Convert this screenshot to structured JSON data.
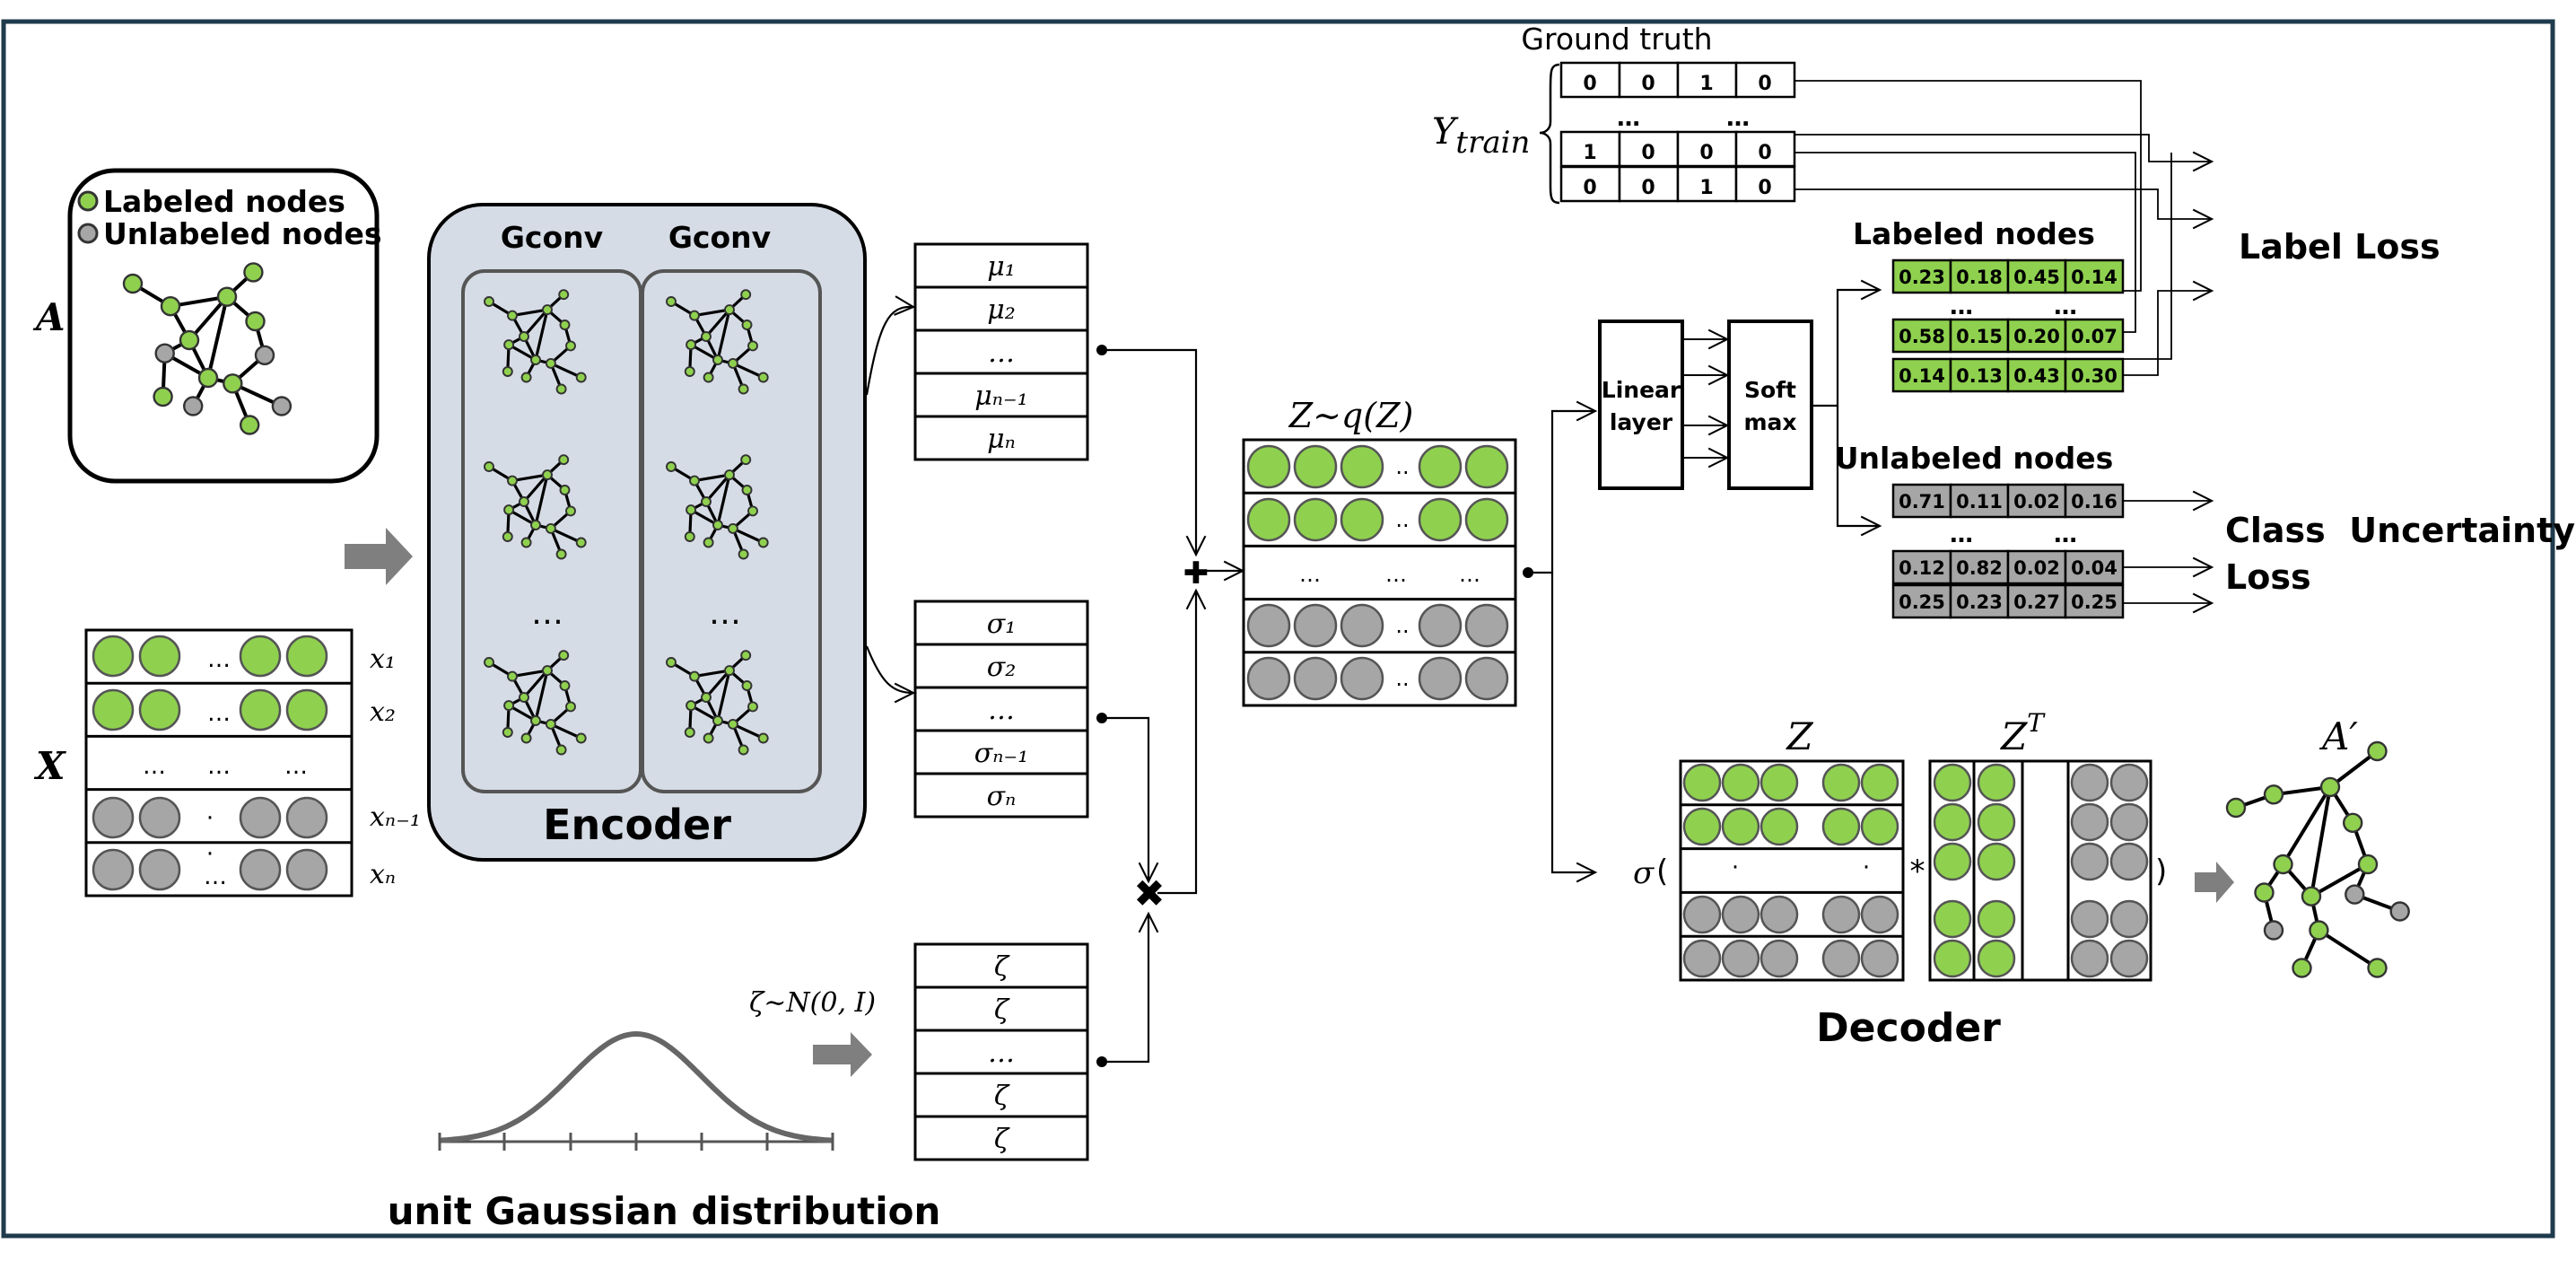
{
  "colors": {
    "green": "#8fd14f",
    "gray": "#a6a6a6",
    "encoder_bg": "#d6dce5",
    "frame": "#1f3b4d",
    "arrow_gray": "#7f7f7f",
    "line": "#000000"
  },
  "legend": {
    "labeled": "Labeled nodes",
    "unlabeled": "Unlabeled nodes"
  },
  "inputs": {
    "A": "A",
    "X": "X",
    "x_labels": [
      "x₁",
      "x₂",
      "xₙ₋₁",
      "xₙ"
    ],
    "dots": "…",
    "dot": "·"
  },
  "encoder": {
    "title": "Encoder",
    "gconv1": "Gconv",
    "gconv2": "Gconv",
    "dots": "…"
  },
  "mu": [
    "μ₁",
    "μ₂",
    "…",
    "μₙ₋₁",
    "μₙ"
  ],
  "sigma": [
    "σ₁",
    "σ₂",
    "…",
    "σₙ₋₁",
    "σₙ"
  ],
  "zeta": [
    "ζ",
    "ζ",
    "…",
    "ζ",
    "ζ"
  ],
  "zeta_label": "ζ∼N(0, I)",
  "gaussian_label": "unit Gaussian distribution",
  "latent": {
    "title": "Z∼q(Z)",
    "dots": "…",
    "dots_small": ".."
  },
  "ops": {
    "plus": "✚",
    "times": "✖"
  },
  "ground_truth": {
    "title": "Ground truth",
    "label": "Y",
    "label_sub": "train",
    "rows": [
      [
        "0",
        "0",
        "1",
        "0"
      ],
      [
        "1",
        "0",
        "0",
        "0"
      ],
      [
        "0",
        "0",
        "1",
        "0"
      ]
    ],
    "dots": "…"
  },
  "linear": {
    "line1": "Linear",
    "line2": "layer"
  },
  "softmax": {
    "line1": "Soft",
    "line2": "max"
  },
  "labeled_probs": {
    "title": "Labeled nodes",
    "rows": [
      [
        "0.23",
        "0.18",
        "0.45",
        "0.14"
      ],
      [
        "0.58",
        "0.15",
        "0.20",
        "0.07"
      ],
      [
        "0.14",
        "0.13",
        "0.43",
        "0.30"
      ]
    ]
  },
  "unlabeled_probs": {
    "title": "Unlabeled nodes",
    "rows": [
      [
        "0.71",
        "0.11",
        "0.02",
        "0.16"
      ],
      [
        "0.12",
        "0.82",
        "0.02",
        "0.04"
      ],
      [
        "0.25",
        "0.23",
        "0.27",
        "0.25"
      ]
    ]
  },
  "label_loss": "Label Loss",
  "uncertainty_loss": {
    "line1": "Class  Uncertainty",
    "line2": "Loss"
  },
  "decoder": {
    "title": "Decoder",
    "Z": "Z",
    "ZT": "Z",
    "ZT_sup": "T",
    "sigma": "σ",
    "open": "(",
    "close": ")",
    "star": "*",
    "dot": "·",
    "A_prime": "A′"
  }
}
